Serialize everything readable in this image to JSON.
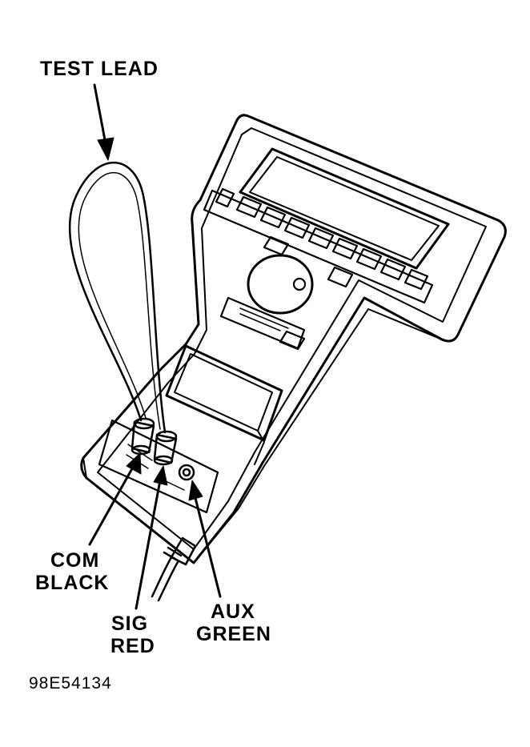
{
  "labels": {
    "test_lead": "TEST LEAD",
    "com": "COM",
    "black": "BLACK",
    "sig": "SIG",
    "red": "RED",
    "aux": "AUX",
    "green": "GREEN"
  },
  "figure_id": "98E54134",
  "colors": {
    "ink": "#000000",
    "paper": "#ffffff"
  }
}
